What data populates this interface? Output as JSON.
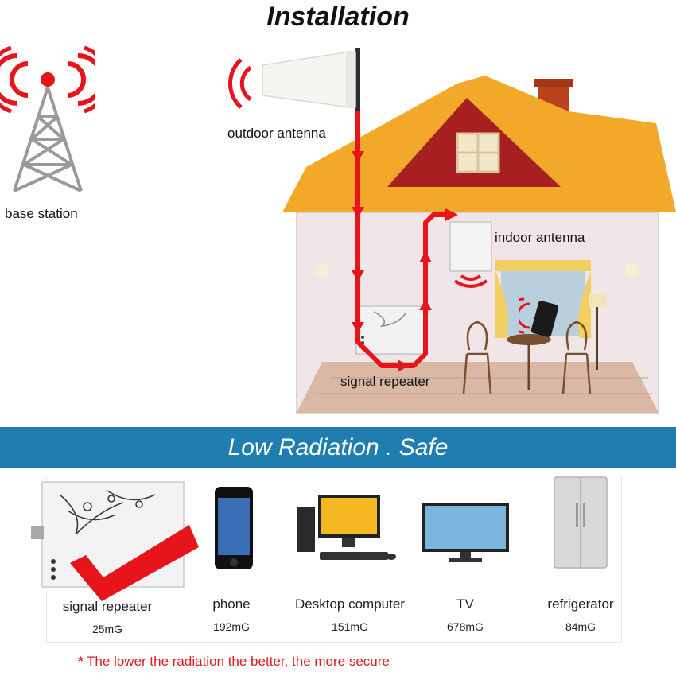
{
  "title": "Installation",
  "labels": {
    "base_station": "base station",
    "outdoor_antenna": "outdoor antenna",
    "indoor_antenna": "indoor antenna",
    "signal_repeater": "signal repeater"
  },
  "banner": {
    "text": "Low Radiation . Safe",
    "color": "#1f7db0"
  },
  "devices": [
    {
      "name": "signal repeater",
      "value": "25mG"
    },
    {
      "name": "phone",
      "value": "192mG"
    },
    {
      "name": "Desktop computer",
      "value": "151mG"
    },
    {
      "name": "TV",
      "value": "678mG"
    },
    {
      "name": "refrigerator",
      "value": "84mG"
    }
  ],
  "note": {
    "star": "*",
    "text": "The lower the radiation the better, the more secure"
  },
  "colors": {
    "arrow": "#e8141b",
    "roof": "#f2a92a",
    "wall": "#f0e6e8",
    "chimney": "#b8431d"
  },
  "icons": [
    "tower-icon",
    "signal-waves-icon",
    "yagi-antenna-icon",
    "house-icon",
    "panel-antenna-icon",
    "repeater-icon",
    "phone-icon",
    "desktop-icon",
    "tv-icon",
    "refrigerator-icon",
    "checkmark-icon"
  ]
}
